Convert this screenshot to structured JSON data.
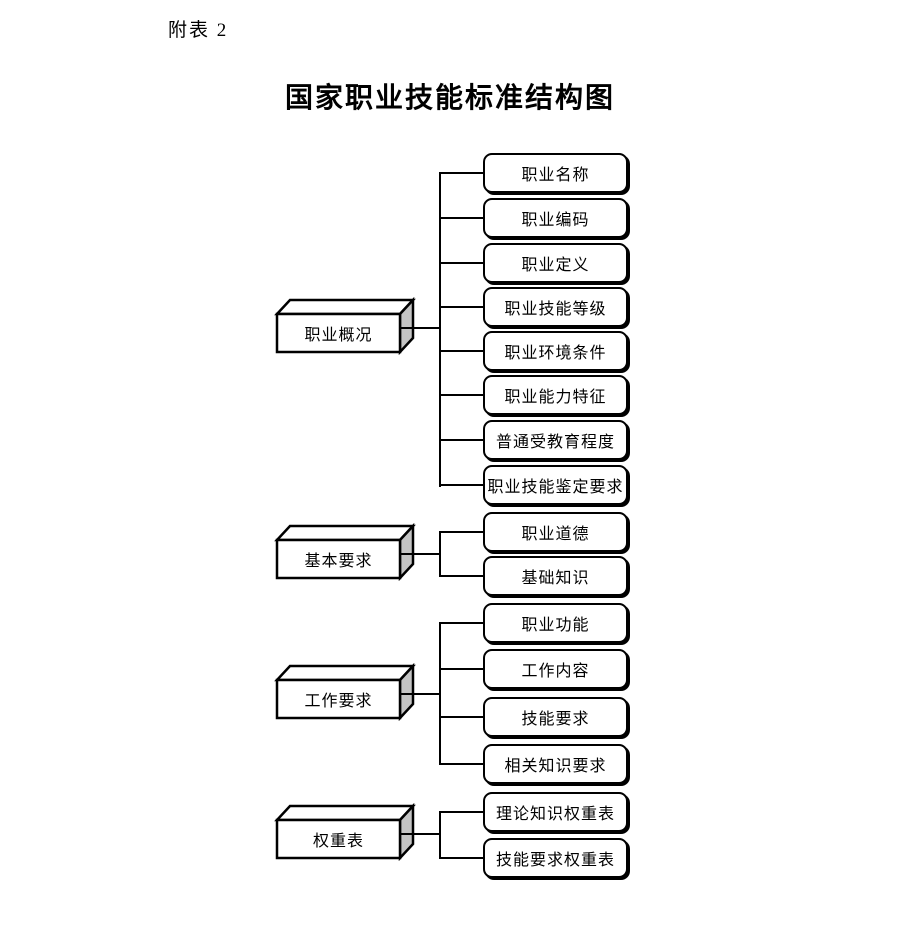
{
  "page": {
    "note": "附表 2",
    "title": "国家职业技能标准结构图"
  },
  "diagram": {
    "type": "hierarchy-flowchart",
    "groups": [
      {
        "label": "职业概况",
        "children": [
          "职业名称",
          "职业编码",
          "职业定义",
          "职业技能等级",
          "职业环境条件",
          "职业能力特征",
          "普通受教育程度",
          "职业技能鉴定要求"
        ]
      },
      {
        "label": "基本要求",
        "children": [
          "职业道德",
          "基础知识"
        ]
      },
      {
        "label": "工作要求",
        "children": [
          "职业功能",
          "工作内容",
          "技能要求",
          "相关知识要求"
        ]
      },
      {
        "label": "权重表",
        "children": [
          "理论知识权重表",
          "技能要求权重表"
        ]
      }
    ],
    "colors": {
      "line": "#000000",
      "node_fill": "#ffffff",
      "cuboid_side_fill": "#c4c4c4",
      "text": "#000000"
    }
  }
}
